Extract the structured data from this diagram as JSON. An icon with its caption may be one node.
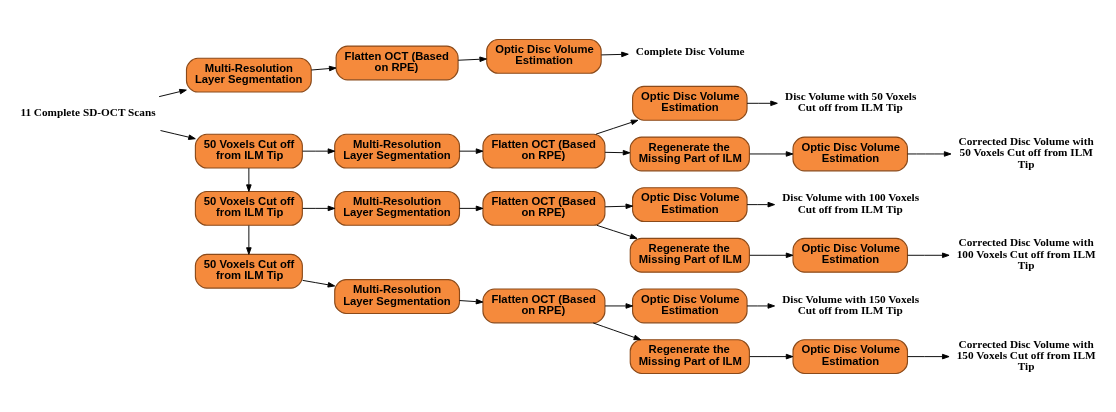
{
  "diagram": {
    "nodes": [
      {
        "text": [
          "11 Complete SD-OCT Scans"
        ]
      },
      {
        "text": [
          "Multi-Resolution Layer Segmentation"
        ]
      },
      {
        "text": [
          "Flatten OCT (Based on RPE)"
        ]
      },
      {
        "text": [
          "Optic Disc Volume Estimation"
        ]
      },
      {
        "text": [
          "Complete Disc Volume"
        ]
      },
      {
        "text": [
          "50 Voxels Cut off from ILM Tip"
        ]
      },
      {
        "text": [
          "Optic Disc Volume Estimation"
        ]
      },
      {
        "text": [
          "Disc Volume with 50 Voxels Cut off from ILM Tip"
        ]
      },
      {
        "text": [
          "Multi-Resolution Layer Segmentation"
        ]
      },
      {
        "text": [
          "Flatten OCT (Based on RPE)"
        ]
      },
      {
        "text": [
          "Regenerate the Missing Part of ILM"
        ]
      },
      {
        "text": [
          "Optic Disc Volume Estimation"
        ]
      },
      {
        "text": [
          "Corrected Disc Volume with 50 Voxels Cut off from ILM Tip"
        ]
      },
      {
        "text": [
          "50 Voxels Cut off from ILM Tip"
        ]
      },
      {
        "text": [
          "Optic Disc Volume Estimation"
        ]
      },
      {
        "text": [
          "Disc Volume with 100 Voxels Cut off from ILM Tip"
        ]
      },
      {
        "text": [
          "Multi-Resolution Layer Segmentation"
        ]
      },
      {
        "text": [
          "Flatten OCT (Based on RPE)"
        ]
      },
      {
        "text": [
          "Regenerate the Missing Part of ILM"
        ]
      },
      {
        "text": [
          "Optic Disc Volume Estimation"
        ]
      },
      {
        "text": [
          "Corrected Disc Volume with 100 Voxels Cut off from ILM Tip"
        ]
      },
      {
        "text": [
          "50 Voxels Cut off from ILM Tip"
        ]
      },
      {
        "text": [
          "Optic Disc Volume Estimation"
        ]
      },
      {
        "text": [
          "Disc Volume with 150 Voxels Cut off from ILM Tip"
        ]
      },
      {
        "text": [
          "Multi-Resolution Layer Segmentation"
        ]
      },
      {
        "text": [
          "Flatten OCT (Based on RPE)"
        ]
      },
      {
        "text": [
          "Regenerate the Missing Part of ILM"
        ]
      },
      {
        "text": [
          "Optic Disc Volume Estimation"
        ]
      },
      {
        "text": [
          "Corrected Disc Volume with 150 Voxels Cut off from ILM Tip"
        ]
      }
    ],
    "edges": [
      {
        "from": 0,
        "to": 1,
        "arrow": "to"
      },
      {
        "from": 0,
        "to": 5,
        "arrow": "to"
      },
      {
        "from": 1,
        "to": 2,
        "arrow": "to"
      },
      {
        "from": 2,
        "to": 3,
        "arrow": "to"
      },
      {
        "from": 3,
        "to": 4,
        "arrow": "to"
      },
      {
        "from": 5,
        "to": 8,
        "arrow": "to"
      },
      {
        "from": 5,
        "to": 13,
        "arrow": "to"
      },
      {
        "from": 8,
        "to": 9,
        "arrow": "to"
      },
      {
        "from": 9,
        "to": 6,
        "arrow": "to"
      },
      {
        "from": 9,
        "to": 10,
        "arrow": "to"
      },
      {
        "from": 6,
        "to": 7,
        "arrow": "to"
      },
      {
        "from": 10,
        "to": 11,
        "arrow": "to"
      },
      {
        "from": 11,
        "to": 12,
        "arrow": "to"
      },
      {
        "from": 13,
        "to": 16,
        "arrow": "to"
      },
      {
        "from": 13,
        "to": 21,
        "arrow": "to"
      },
      {
        "from": 16,
        "to": 17,
        "arrow": "to"
      },
      {
        "from": 17,
        "to": 14,
        "arrow": "to"
      },
      {
        "from": 17,
        "to": 18,
        "arrow": "to"
      },
      {
        "from": 14,
        "to": 15,
        "arrow": "to"
      },
      {
        "from": 18,
        "to": 19,
        "arrow": "to"
      },
      {
        "from": 19,
        "to": 20,
        "arrow": "to"
      },
      {
        "from": 21,
        "to": 24,
        "arrow": "to"
      },
      {
        "from": 24,
        "to": 25,
        "arrow": "to"
      },
      {
        "from": 25,
        "to": 22,
        "arrow": "to"
      },
      {
        "from": 25,
        "to": 26,
        "arrow": "to"
      },
      {
        "from": 22,
        "to": 23,
        "arrow": "to"
      },
      {
        "from": 26,
        "to": 27,
        "arrow": "to"
      },
      {
        "from": 27,
        "to": 28,
        "arrow": "to"
      }
    ]
  }
}
